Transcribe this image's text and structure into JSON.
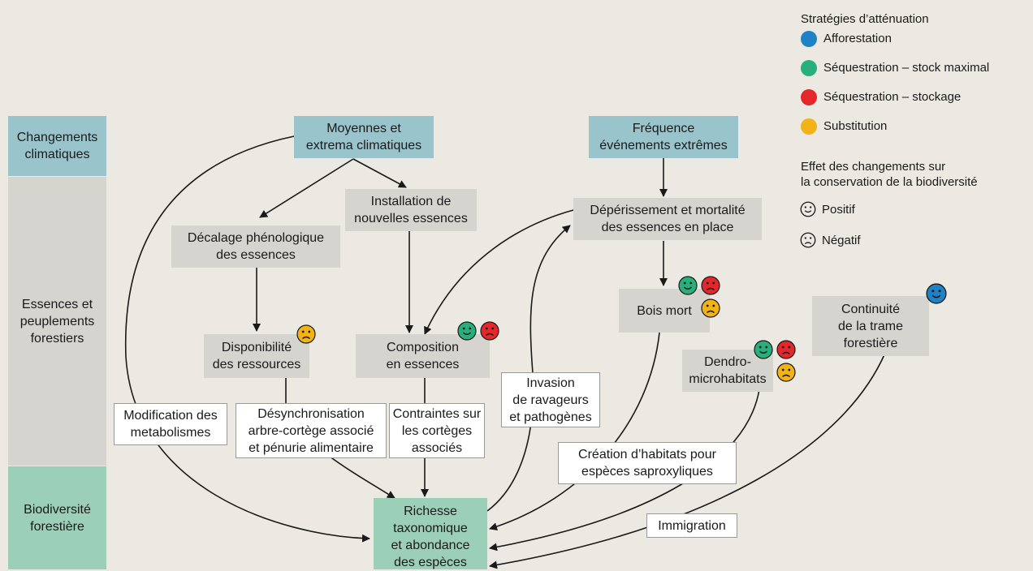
{
  "colors": {
    "afforestation": "#1f82c4",
    "sequestration_max": "#27b07e",
    "sequestration_stock": "#e3272b",
    "substitution": "#f1b316",
    "band_climate": "#99c4cc",
    "band_forest": "#d6d4cf",
    "band_biodiversity": "#9ccfb7",
    "label_box": "#ffffff",
    "background": "#ebe9e2"
  },
  "bands": {
    "climate": "Changements\nclimatiques",
    "forest": "Essences et\npeuplements\nforestiers",
    "biodiversity": "Biodiversité\nforestière"
  },
  "nodes": {
    "moyennes": "Moyennes et\nextrema climatiques",
    "frequence": "Fréquence\névénements extrêmes",
    "installation": "Installation de\nnouvelles essences",
    "deperissement": "Dépérissement et mortalité\ndes essences en place",
    "decalage": "Décalage phénologique\ndes essences",
    "disponibilite": "Disponibilité\ndes ressources",
    "composition": "Composition\nen essences",
    "bois_mort": "Bois mort",
    "dendro": "Dendro-\nmicrohabitats",
    "continuite": "Continuité\nde la trame\nforestière",
    "richesse": "Richesse\ntaxonomique\net abondance\ndes espèces"
  },
  "labels": {
    "modification": "Modification des\nmetabolismes",
    "desynchronisation": "Désynchronisation\narbre-cortège associé\net pénurie alimentaire",
    "contraintes": "Contraintes sur\nles cortèges\nassociés",
    "invasion": "Invasion\nde ravageurs\net pathogènes",
    "creation": "Création d’habitats pour\nespèces saproxyliques",
    "immigration": "Immigration"
  },
  "legend": {
    "strategies_title": "Stratégies d’atténuation",
    "strategies": [
      {
        "label": "Afforestation",
        "color": "#1f82c4"
      },
      {
        "label": "Séquestration – stock maximal",
        "color": "#27b07e"
      },
      {
        "label": "Séquestration – stockage",
        "color": "#e3272b"
      },
      {
        "label": "Substitution",
        "color": "#f1b316"
      }
    ],
    "effect_title": "Effet des changements sur\nla conservation de la biodiversité",
    "effects": [
      {
        "label": "Positif",
        "icon": "smiley-face-icon"
      },
      {
        "label": "Négatif",
        "icon": "frowny-face-icon"
      }
    ]
  },
  "node_effects": {
    "disponibilite": [
      {
        "strategy": "substitution",
        "effect": "negative"
      }
    ],
    "composition": [
      {
        "strategy": "sequestration_max",
        "effect": "positive"
      },
      {
        "strategy": "sequestration_stock",
        "effect": "negative"
      }
    ],
    "bois_mort": [
      {
        "strategy": "sequestration_max",
        "effect": "positive"
      },
      {
        "strategy": "sequestration_stock",
        "effect": "negative"
      },
      {
        "strategy": "substitution",
        "effect": "negative"
      }
    ],
    "dendro": [
      {
        "strategy": "sequestration_max",
        "effect": "positive"
      },
      {
        "strategy": "sequestration_stock",
        "effect": "negative"
      },
      {
        "strategy": "substitution",
        "effect": "negative"
      }
    ],
    "continuite": [
      {
        "strategy": "afforestation",
        "effect": "positive"
      }
    ]
  }
}
